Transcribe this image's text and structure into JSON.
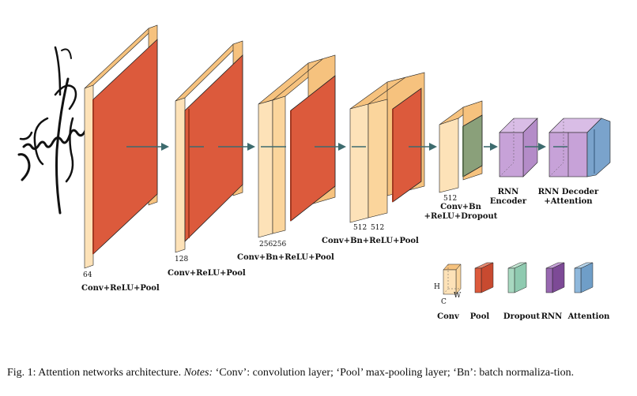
{
  "diagram": {
    "blocks": [
      {
        "label": "Conv+ReLU+Pool",
        "channels": [
          "64"
        ]
      },
      {
        "label": "Conv+ReLU+Pool",
        "channels": [
          "128"
        ]
      },
      {
        "label": "Conv+Bn+ReLU+Pool",
        "channels": [
          "256",
          "256"
        ]
      },
      {
        "label": "Conv+Bn+ReLU+Pool",
        "channels": [
          "512",
          "512"
        ]
      },
      {
        "label_line1": "Conv+Bn",
        "label_line2": "+ReLU+Dropout",
        "channels": [
          "512"
        ]
      },
      {
        "label_line1": "RNN",
        "label_line2": "Encoder"
      },
      {
        "label_line1": "RNN Decoder",
        "label_line2": "+Attention"
      }
    ],
    "legend": {
      "items": [
        "Conv",
        "Pool",
        "Dropout",
        "RNN",
        "Attention"
      ],
      "axis_h": "H",
      "axis_w": "W",
      "axis_c": "C"
    }
  },
  "caption": {
    "prefix": "Fig. 1: Attention networks architecture.",
    "notes_label": "Notes:",
    "text": "‘Conv’: convolution layer; ‘Pool’ max-pooling layer; ‘Bn’: batch normaliza-tion."
  },
  "colors": {
    "conv_front": "#fde2b8",
    "conv_side": "#f6c27e",
    "pool_front": "#dc5a3c",
    "pool_side": "#c84a30",
    "dropout": "#8aa07a",
    "rnn": "#c7a2d8",
    "attention": "#7aa3cc",
    "arrow": "#3d6b6e"
  }
}
